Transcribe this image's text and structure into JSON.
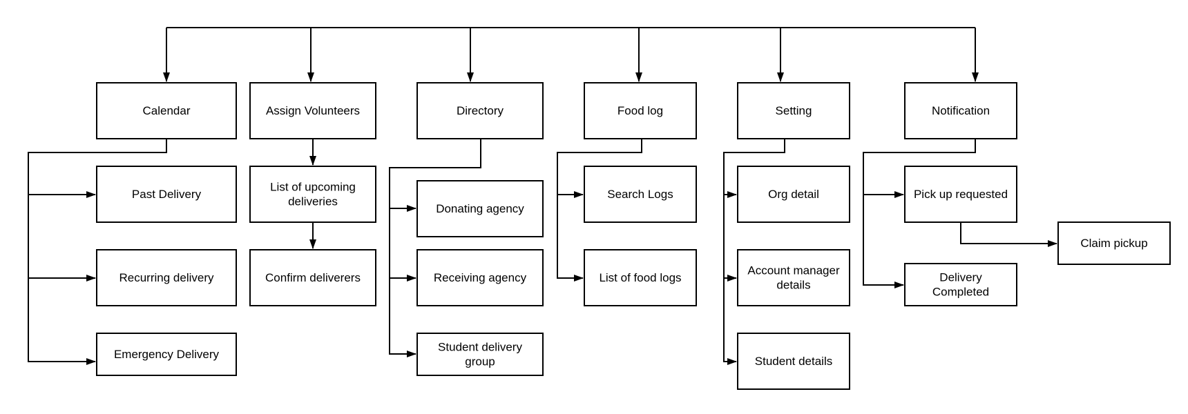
{
  "diagram": {
    "type": "hierarchy",
    "line_color": "#000000",
    "box_fill": "#ffffff",
    "nodes": {
      "calendar": [
        "Calendar"
      ],
      "past_delivery": [
        "Past Delivery"
      ],
      "recurring_delivery": [
        "Recurring delivery"
      ],
      "emergency_delivery": [
        "Emergency Delivery"
      ],
      "assign_volunteers": [
        "Assign Volunteers"
      ],
      "upcoming_deliveries": [
        "List of upcoming",
        "deliveries"
      ],
      "confirm_deliverers": [
        "Confirm deliverers"
      ],
      "directory": [
        "Directory"
      ],
      "donating_agency": [
        "Donating agency"
      ],
      "receiving_agency": [
        "Receiving agency"
      ],
      "student_delivery_group": [
        "Student delivery",
        "group"
      ],
      "food_log": [
        "Food log"
      ],
      "search_logs": [
        "Search Logs"
      ],
      "list_of_food_logs": [
        "List of food logs"
      ],
      "setting": [
        "Setting"
      ],
      "org_detail": [
        "Org detail"
      ],
      "account_manager_details": [
        "Account manager",
        "details"
      ],
      "student_details": [
        "Student  details"
      ],
      "notification": [
        "Notification"
      ],
      "pick_up_requested": [
        "Pick up requested"
      ],
      "delivery_completed": [
        "Delivery",
        "Completed"
      ],
      "claim_pickup": [
        "Claim pickup"
      ]
    },
    "edges": [
      [
        "root",
        "calendar"
      ],
      [
        "root",
        "assign_volunteers"
      ],
      [
        "root",
        "directory"
      ],
      [
        "root",
        "food_log"
      ],
      [
        "root",
        "setting"
      ],
      [
        "root",
        "notification"
      ],
      [
        "calendar",
        "past_delivery"
      ],
      [
        "calendar",
        "recurring_delivery"
      ],
      [
        "calendar",
        "emergency_delivery"
      ],
      [
        "assign_volunteers",
        "upcoming_deliveries"
      ],
      [
        "upcoming_deliveries",
        "confirm_deliverers"
      ],
      [
        "directory",
        "donating_agency"
      ],
      [
        "directory",
        "receiving_agency"
      ],
      [
        "directory",
        "student_delivery_group"
      ],
      [
        "food_log",
        "search_logs"
      ],
      [
        "food_log",
        "list_of_food_logs"
      ],
      [
        "setting",
        "org_detail"
      ],
      [
        "setting",
        "account_manager_details"
      ],
      [
        "setting",
        "student_details"
      ],
      [
        "notification",
        "pick_up_requested"
      ],
      [
        "notification",
        "delivery_completed"
      ],
      [
        "pick_up_requested",
        "claim_pickup"
      ]
    ]
  }
}
